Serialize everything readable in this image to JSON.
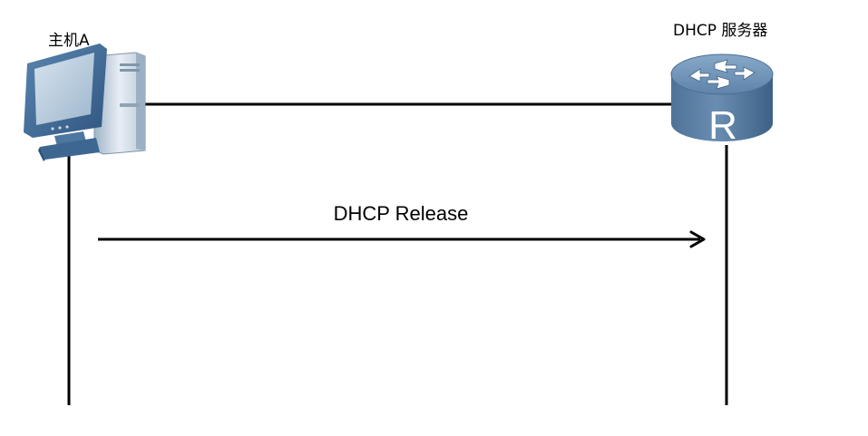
{
  "host": {
    "label": "主机A",
    "icon": "desktop-computer-icon"
  },
  "server": {
    "label": "DHCP 服务器",
    "icon": "router-icon",
    "icon_letter": "R"
  },
  "message": {
    "label": "DHCP Release",
    "direction": "host-to-server"
  },
  "colors": {
    "line": "#000000",
    "router_body": "#4a6f94",
    "router_top": "#6f93b7",
    "monitor": "#3f6b97",
    "screen": "#b6c9dc"
  }
}
